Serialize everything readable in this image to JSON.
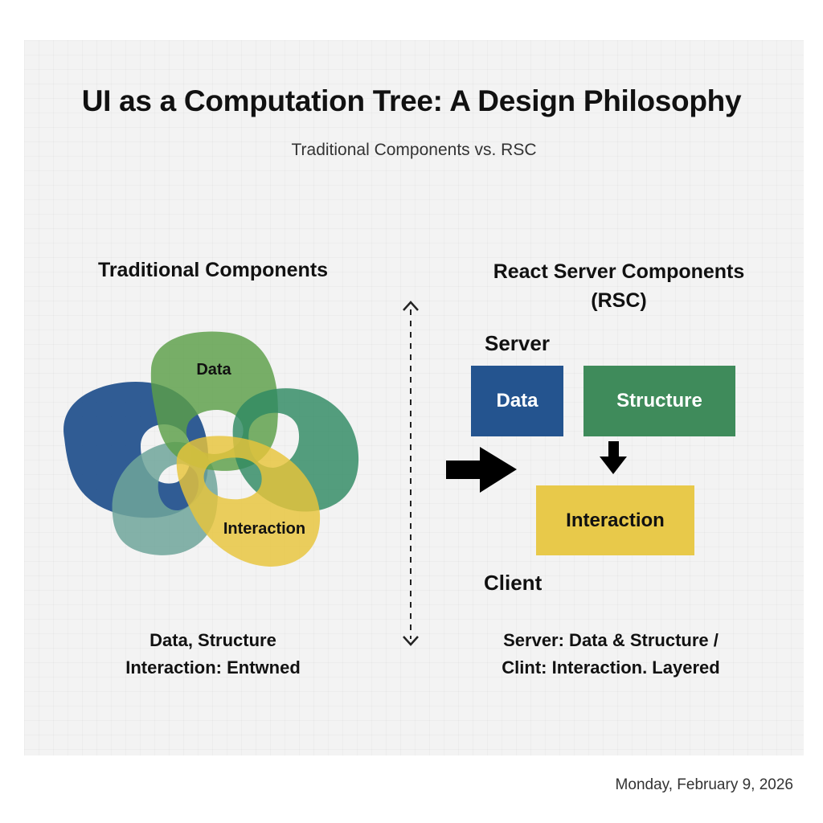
{
  "header": {
    "title": "UI as a Computation Tree: A Design Philosophy",
    "subtitle": "Traditional Components vs. RSC"
  },
  "left": {
    "heading": "Traditional Components",
    "venn_labels": {
      "data": "Data",
      "interaction": "Interaction"
    },
    "caption_line1": "Data, Structure",
    "caption_line2": "Interaction: Entwned",
    "colors": {
      "blue": "#1f4f8c",
      "green": "#5b9f48",
      "teal_dark": "#2f8a63",
      "teal_light": "#6ea59a",
      "yellow": "#e8c53a"
    }
  },
  "divider": {
    "icon_top": "chevron-up-icon",
    "icon_bottom": "chevron-down-icon",
    "style": "dashed"
  },
  "right": {
    "heading_line1": "React Server Components",
    "heading_line2": "(RSC)",
    "server_label": "Server",
    "client_label": "Client",
    "boxes": {
      "data": "Data",
      "structure": "Structure",
      "interaction": "Interaction"
    },
    "colors": {
      "data": "#24548f",
      "structure": "#3f8b5b",
      "interaction": "#e8c94a"
    },
    "caption_line1": "Server: Data & Structure /",
    "caption_line2": "Clint: Interaction. Layered"
  },
  "footer": {
    "date": "Monday, February 9, 2026"
  }
}
